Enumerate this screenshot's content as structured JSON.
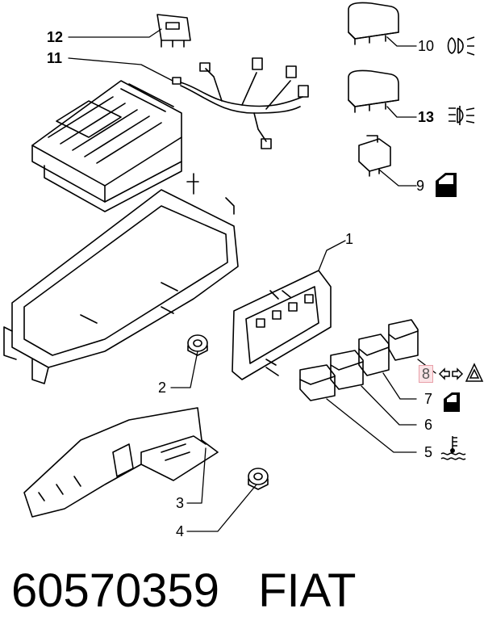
{
  "diagram": {
    "callouts": {
      "c1": "1",
      "c2": "2",
      "c3": "3",
      "c4": "4",
      "c5": "5",
      "c6": "6",
      "c7": "7",
      "c8": "8",
      "c9": "9",
      "c10": "10",
      "c11": "11",
      "c12": "12",
      "c13": "13"
    },
    "highlighted_callout": "8",
    "icons": {
      "c10": "position-light-icon",
      "c13": "fog-light-icon",
      "c9": "power-window-icon",
      "c8": "hazard-warning-icon",
      "c7": "power-window-icon",
      "c5": "coolant-temperature-icon"
    },
    "line_color": "#000000",
    "highlight_color": "#fbe3e6"
  },
  "footer": {
    "part_number": "60570359",
    "brand": "FIAT"
  }
}
